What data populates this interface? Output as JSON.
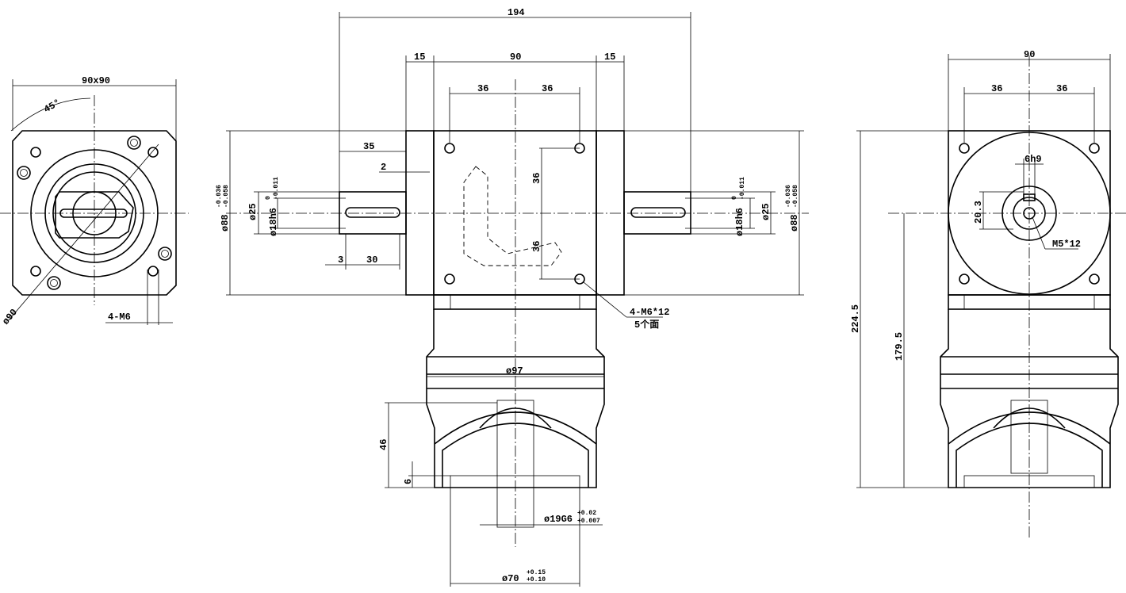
{
  "left_view": {
    "width_label": "90x90",
    "angle_label": "45°",
    "pcd_label": "ø90",
    "thread_label": "4-M6"
  },
  "front_view": {
    "overall_width": "194",
    "flange_left": "15",
    "body_width": "90",
    "flange_right": "15",
    "hole_spacing_left": "36",
    "hole_spacing_right": "36",
    "hole_spacing_v_top": "36",
    "hole_spacing_v_bottom": "36",
    "shaft_length": "35",
    "keyway_gap": "2",
    "key_offset": "3",
    "key_length": "30",
    "flange_dia_left": "ø88",
    "flange_tol_upper": "-0.036",
    "flange_tol_lower": "-0.058",
    "shaft_dia": "ø25",
    "shaft_fit": "ø18h6",
    "shaft_fit_tol_upper": "0",
    "shaft_fit_tol_lower": "-0.011",
    "thread_note_1": "4-M6*12",
    "thread_note_2": "5个面",
    "housing_dia": "ø97",
    "depth_46": "46",
    "depth_6": "6",
    "bore_fit": "ø19G6",
    "bore_tol_upper": "+0.02",
    "bore_tol_lower": "+0.007",
    "pilot_dia": "ø70",
    "pilot_tol_upper": "+0.15",
    "pilot_tol_lower": "+0.10"
  },
  "right_view": {
    "width_label": "90",
    "hole_spacing_left": "36",
    "hole_spacing_right": "36",
    "key_width": "6h9",
    "key_height": "20.3",
    "center_thread": "M5*12",
    "overall_height": "224.5",
    "partial_height": "179.5"
  }
}
